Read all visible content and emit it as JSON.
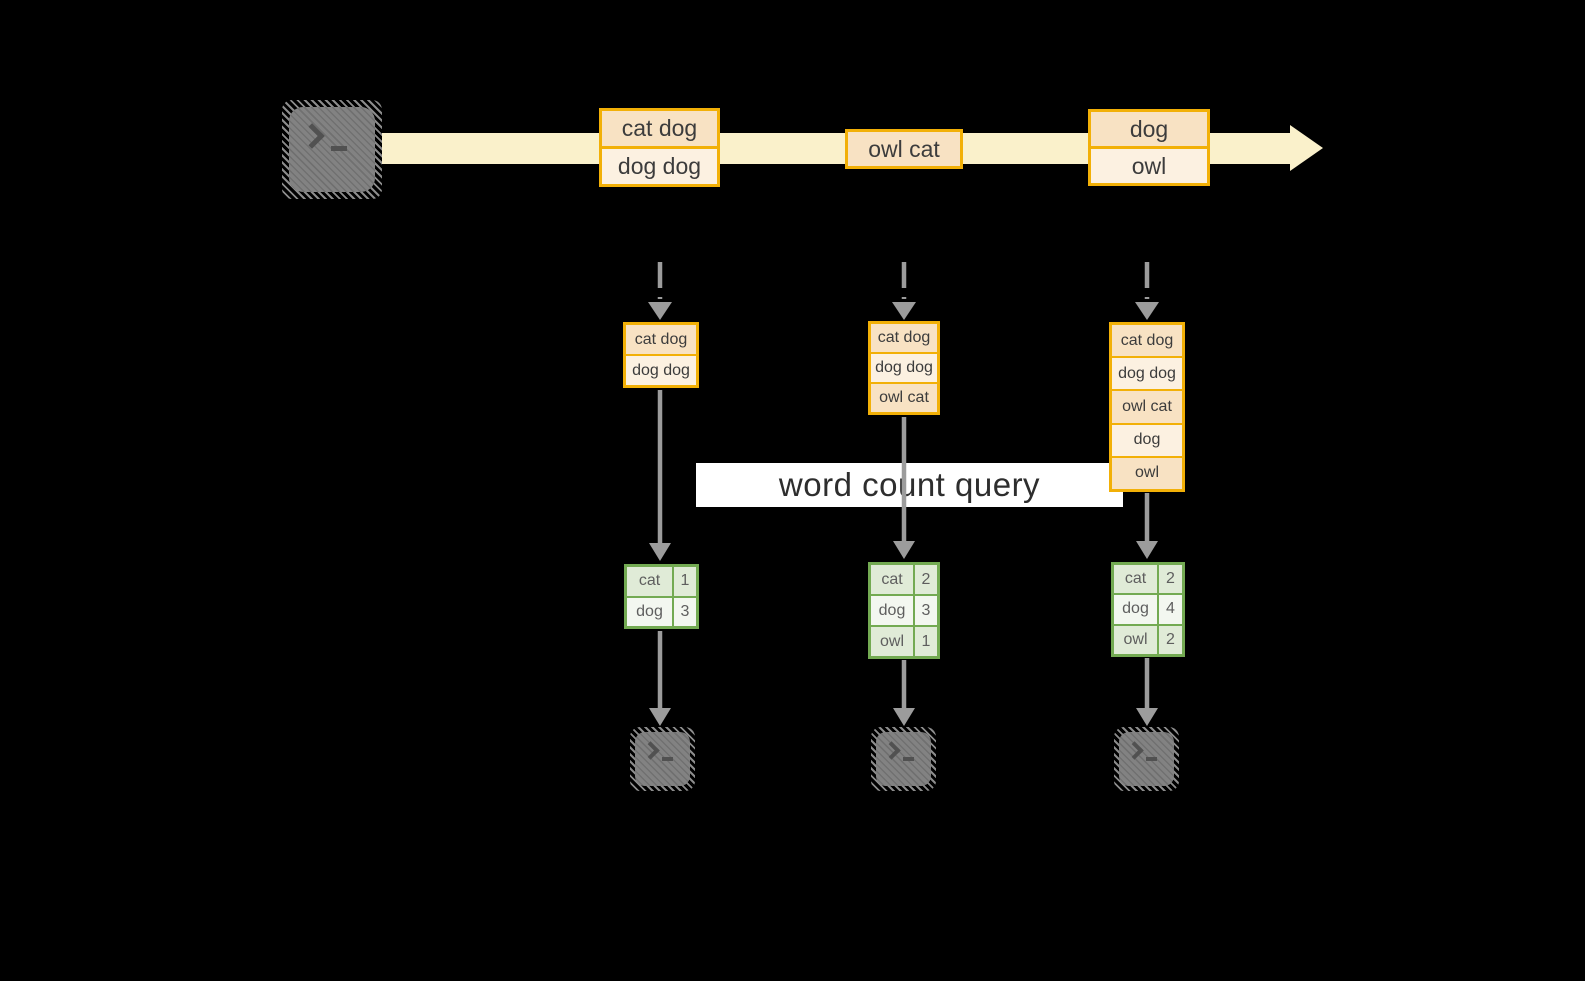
{
  "query": {
    "label": "word count query"
  },
  "stream": {
    "source_icon": "terminal-icon",
    "events": [
      {
        "rows": [
          "cat dog",
          "dog dog"
        ]
      },
      {
        "rows": [
          "owl cat"
        ]
      },
      {
        "rows": [
          "dog",
          "owl"
        ]
      }
    ]
  },
  "columns": [
    {
      "state_rows": [
        "cat dog",
        "dog dog"
      ],
      "counts": [
        {
          "word": "cat",
          "count": "1"
        },
        {
          "word": "dog",
          "count": "3"
        }
      ],
      "output_icon": "terminal-icon"
    },
    {
      "state_rows": [
        "cat dog",
        "dog dog",
        "owl cat"
      ],
      "counts": [
        {
          "word": "cat",
          "count": "2"
        },
        {
          "word": "dog",
          "count": "3"
        },
        {
          "word": "owl",
          "count": "1"
        }
      ],
      "output_icon": "terminal-icon"
    },
    {
      "state_rows": [
        "cat dog",
        "dog dog",
        "owl cat",
        "dog",
        "owl"
      ],
      "counts": [
        {
          "word": "cat",
          "count": "2"
        },
        {
          "word": "dog",
          "count": "4"
        },
        {
          "word": "owl",
          "count": "2"
        }
      ],
      "output_icon": "terminal-icon"
    }
  ],
  "colors": {
    "background": "#000000",
    "stream_fill": "#FAF1CB",
    "event_border": "#F2B007",
    "event_fill_dark": "#F8E2C3",
    "event_fill_light": "#FCF1E1",
    "table_border": "#73AA52",
    "table_fill_dark": "#E0EBD7",
    "table_fill_light": "#F3F7F0",
    "arrow_gray": "#9C9C9C",
    "query_band_bg": "#FFFFFF",
    "text_dark": "#3C3C3C"
  }
}
